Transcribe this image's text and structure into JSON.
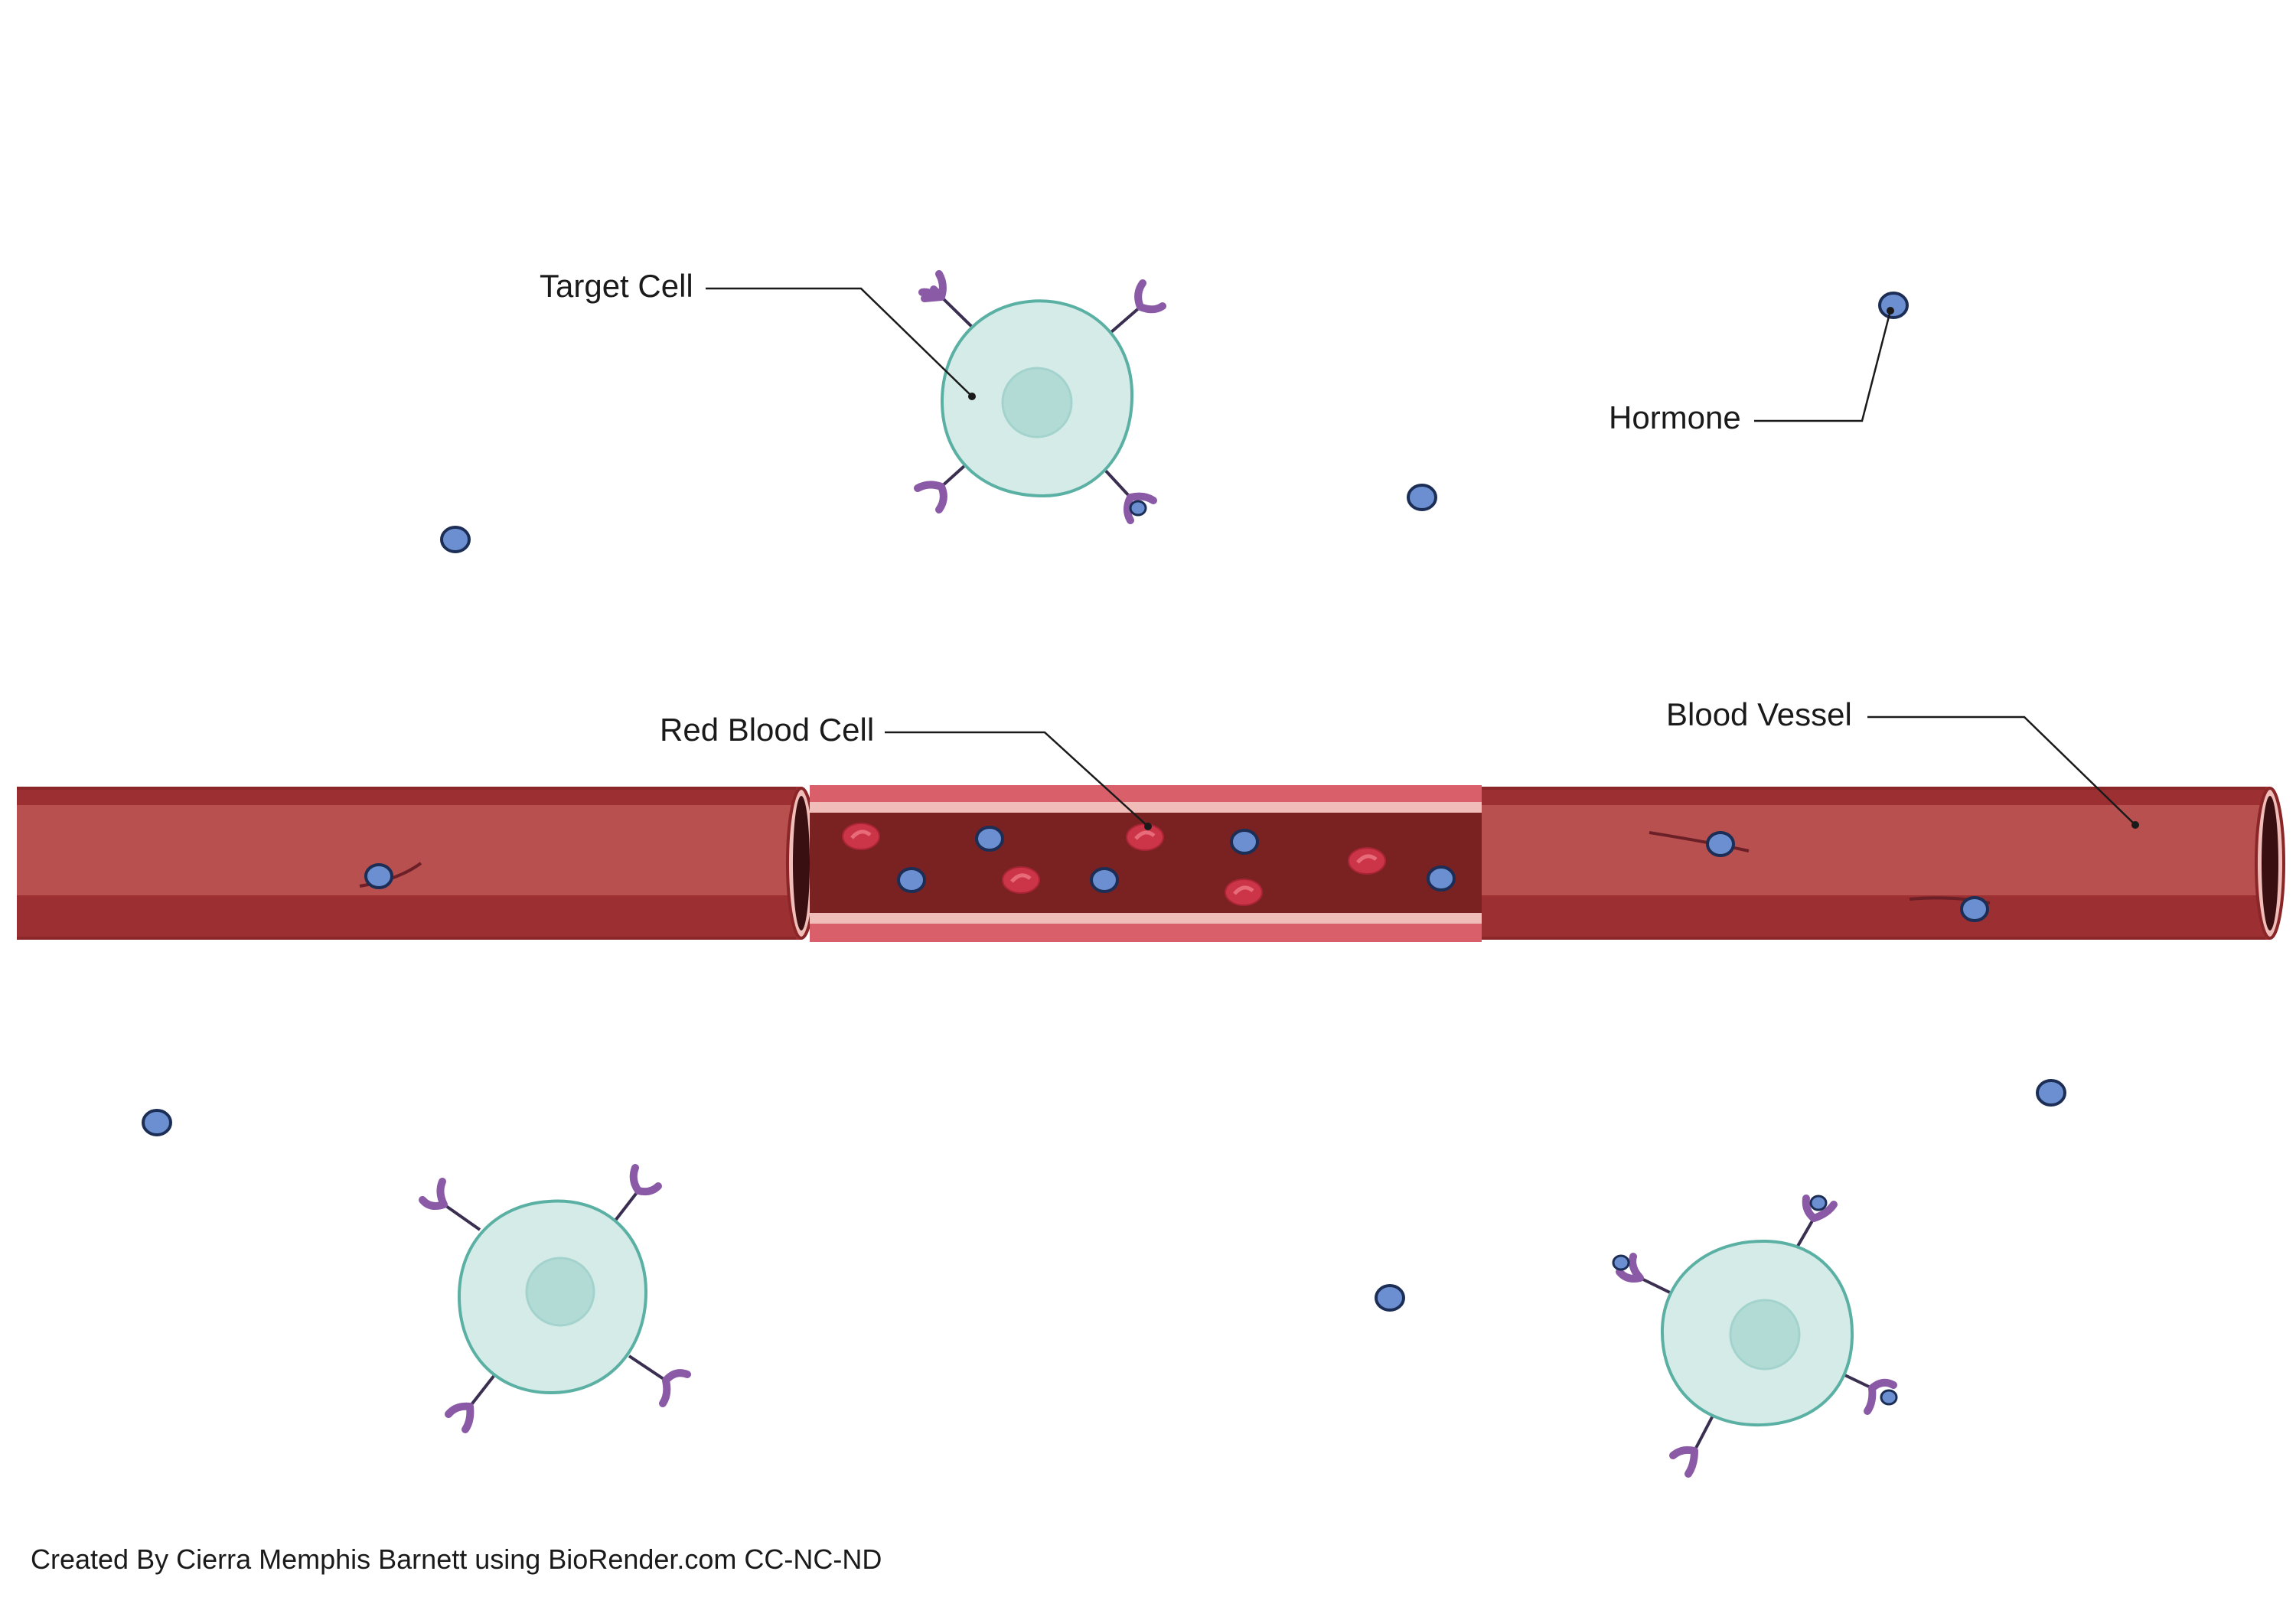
{
  "labels": {
    "target_cell": "Target Cell",
    "hormone": "Hormone",
    "red_blood_cell": "Red Blood Cell",
    "blood_vessel": "Blood Vessel"
  },
  "credit": "Created By Cierra Memphis Barnett using BioRender.com CC-NC-ND",
  "colors": {
    "hormone_fill": "#6b8fd0",
    "hormone_stroke": "#1c2e55",
    "cell_fill": "#d5ebe8",
    "cell_stroke": "#5bb0a4",
    "nucleus_fill": "#b2dbd6",
    "receptor": "#8b5aa6",
    "receptor_stalk": "#3a2f50",
    "vessel_dark": "#9b2f31",
    "vessel_mid": "#b85050",
    "vessel_wall_cut": "#d9606a",
    "vessel_lumen": "#7a2121",
    "vessel_inner_stripe": "#f1bdb8",
    "rbc": "#cc3548",
    "leader_line": "#1a1a1a"
  }
}
